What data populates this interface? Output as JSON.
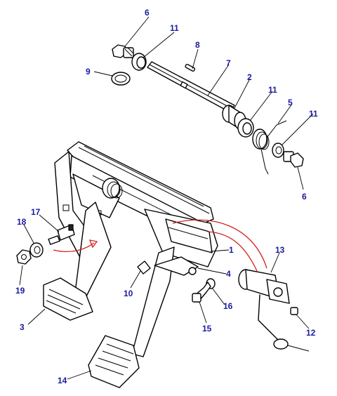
{
  "diagram": {
    "colors": {
      "callout": "#1a1aa0",
      "route": "#d42020",
      "ink": "#000000"
    },
    "callouts": [
      {
        "id": "c6a",
        "label": "6"
      },
      {
        "id": "c11a",
        "label": "11"
      },
      {
        "id": "c8",
        "label": "8"
      },
      {
        "id": "c9",
        "label": "9"
      },
      {
        "id": "c7",
        "label": "7"
      },
      {
        "id": "c2",
        "label": "2"
      },
      {
        "id": "c11b",
        "label": "11"
      },
      {
        "id": "c5",
        "label": "5"
      },
      {
        "id": "c11c",
        "label": "11"
      },
      {
        "id": "c6b",
        "label": "6"
      },
      {
        "id": "c17",
        "label": "17"
      },
      {
        "id": "c18",
        "label": "18"
      },
      {
        "id": "c19",
        "label": "19"
      },
      {
        "id": "c1",
        "label": "1"
      },
      {
        "id": "c13",
        "label": "13"
      },
      {
        "id": "c4",
        "label": "4"
      },
      {
        "id": "c10",
        "label": "10"
      },
      {
        "id": "c16",
        "label": "16"
      },
      {
        "id": "c15",
        "label": "15"
      },
      {
        "id": "c12",
        "label": "12"
      },
      {
        "id": "c3",
        "label": "3"
      },
      {
        "id": "c14",
        "label": "14"
      }
    ]
  }
}
